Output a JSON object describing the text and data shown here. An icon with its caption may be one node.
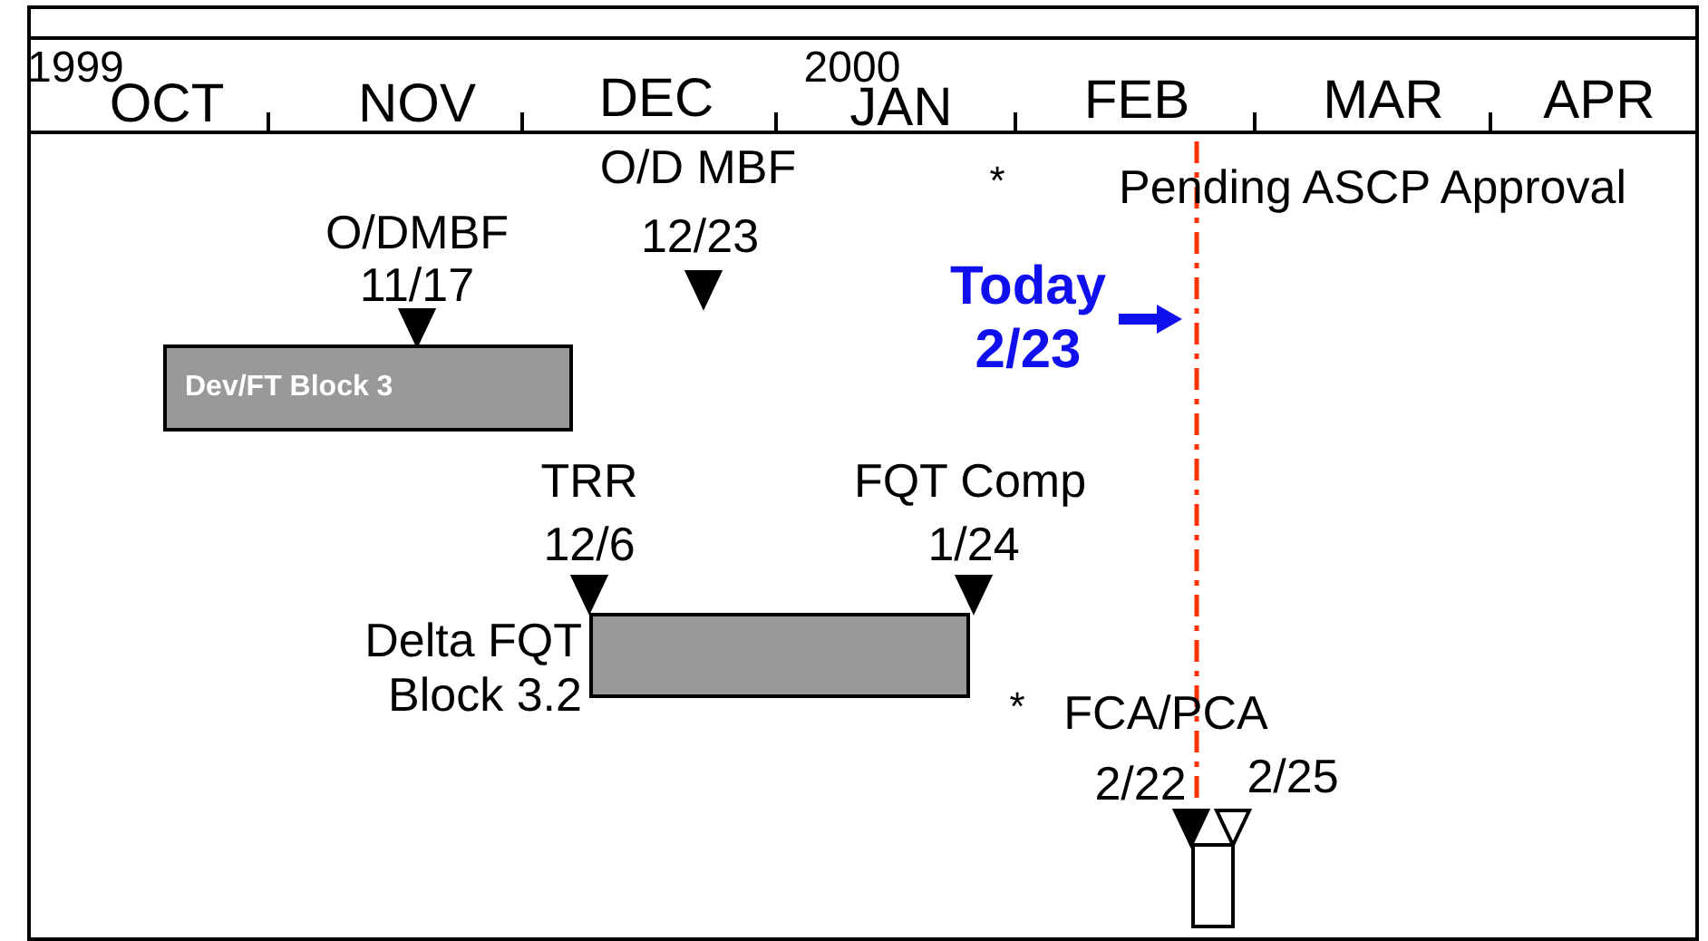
{
  "diagram": {
    "nodes": [
      {
        "text": [
          "Dev/FT Block 3"
        ]
      },
      {
        "text": [
          "Delta FQT Block 3.2"
        ]
      },
      {
        "text": [],
        "shape": "box"
      }
    ],
    "labels": [
      "1999",
      "OCT",
      "NOV",
      "DEC",
      "2000",
      "JAN",
      "FEB",
      "MAR",
      "APR",
      "O/D MBF",
      "*",
      "Pending ASCP Approval",
      "O/DMBF",
      "12/23",
      "11/17",
      "Today 2/23",
      "TRR",
      "FQT Comp",
      "12/6",
      "1/24",
      "*",
      "FCA/PCA",
      "2/22",
      "2/25"
    ]
  }
}
